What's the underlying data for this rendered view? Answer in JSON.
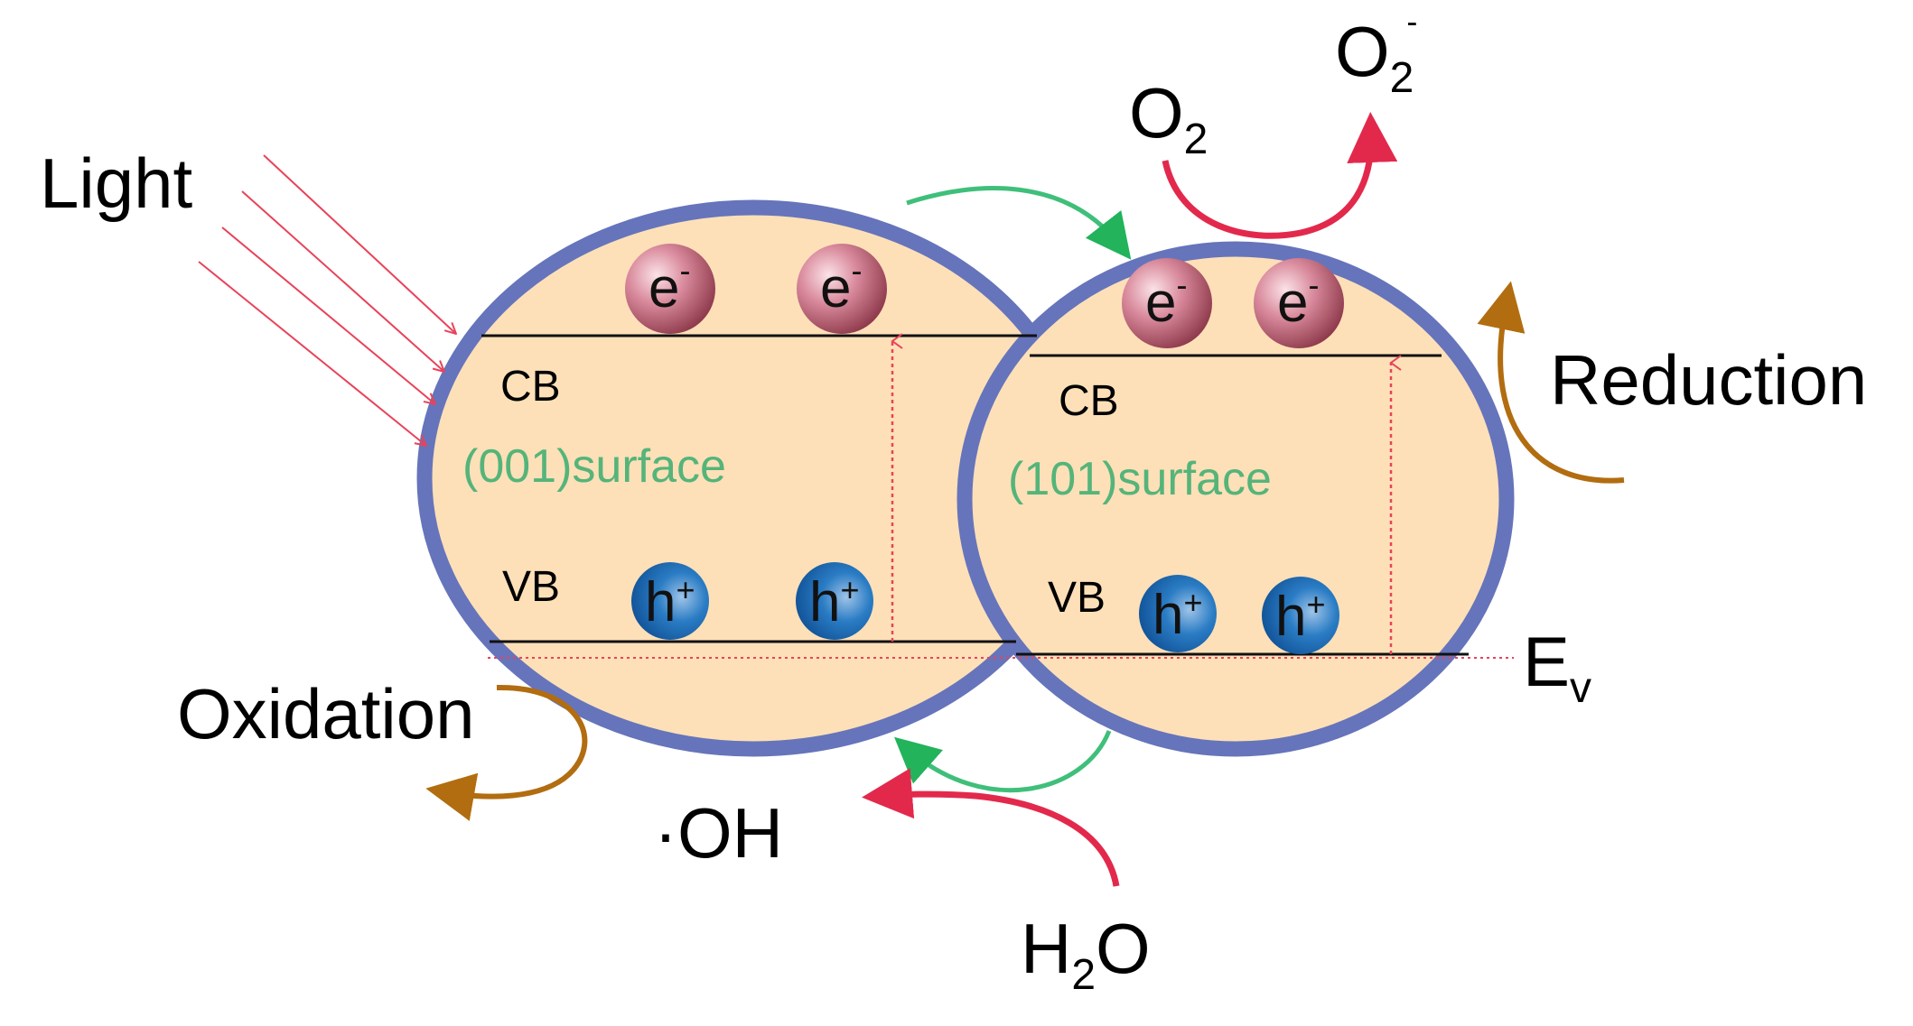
{
  "labels": {
    "light": "Light",
    "reduction": "Reduction",
    "oxidation": "Oxidation",
    "ev_main": "E",
    "ev_sub": "v",
    "oh": "·OH",
    "h2o_h": "H",
    "h2o_sub": "2",
    "h2o_o": "O",
    "o2_main": "O",
    "o2_sub": "2",
    "o2m_main": "O",
    "o2m_sub": "2",
    "o2m_sup": "-"
  },
  "left_particle": {
    "cb": "CB",
    "vb": "VB",
    "surface": "(001)surface"
  },
  "right_particle": {
    "cb": "CB",
    "vb": "VB",
    "surface": "(101)surface"
  },
  "carriers": {
    "electron": "e",
    "electron_sup": "-",
    "hole": "h",
    "hole_sup": "+"
  },
  "colors": {
    "particle_fill": "#fde0b8",
    "particle_border": "#6674bb",
    "light_arrows": "#e8435a",
    "green_arrows": "#3fbf7a",
    "red_arrows": "#e2294c",
    "brown_arrows": "#b26d10",
    "electron": "#c96b80",
    "hole": "#1f6fb8"
  }
}
